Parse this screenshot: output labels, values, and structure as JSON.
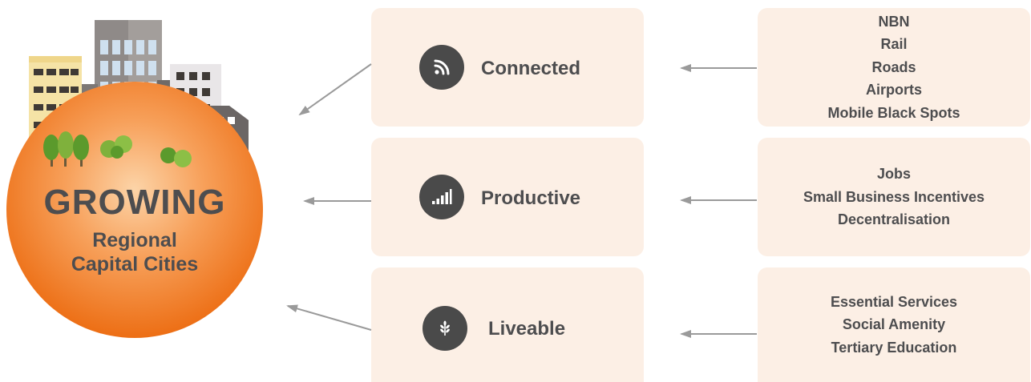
{
  "hub": {
    "title": "GROWING",
    "subtitle_line1": "Regional",
    "subtitle_line2": "Capital Cities"
  },
  "pillars": [
    {
      "label": "Connected",
      "icon": "wifi-signal-icon"
    },
    {
      "label": "Productive",
      "icon": "signal-bars-icon"
    },
    {
      "label": "Liveable",
      "icon": "leaf-sprig-icon"
    }
  ],
  "details": [
    {
      "items": [
        "NBN",
        "Rail",
        "Roads",
        "Airports",
        "Mobile Black Spots"
      ]
    },
    {
      "items": [
        "Jobs",
        "Small Business Incentives",
        "Decentralisation"
      ]
    },
    {
      "items": [
        "Essential Services",
        "Social Amenity",
        "Tertiary Education"
      ]
    }
  ],
  "colors": {
    "card": "#fcefe5",
    "text": "#4d4d4f",
    "icon_bg": "#4a4a4a",
    "globe_center": "#fbc18a",
    "globe_edge": "#ec6b10",
    "arrow": "#9a9a9a"
  }
}
